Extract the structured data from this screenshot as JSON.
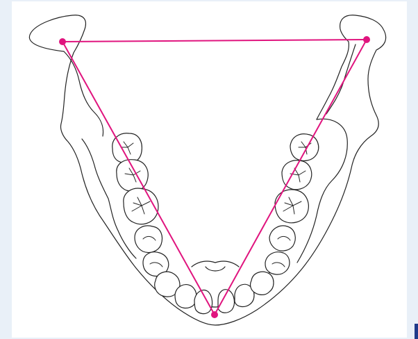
{
  "diagram": {
    "subject": "mandible-occlusal-view",
    "points": [
      {
        "id": "left-condyle",
        "label": ""
      },
      {
        "id": "right-condyle",
        "label": ""
      },
      {
        "id": "incisal-point",
        "label": ""
      }
    ],
    "colors": {
      "page_background": "#e9f0f8",
      "panel_background": "#ffffff",
      "outline": "#222222",
      "triangle": "#e0147e",
      "edge_mark": "#1f3a8a"
    }
  }
}
